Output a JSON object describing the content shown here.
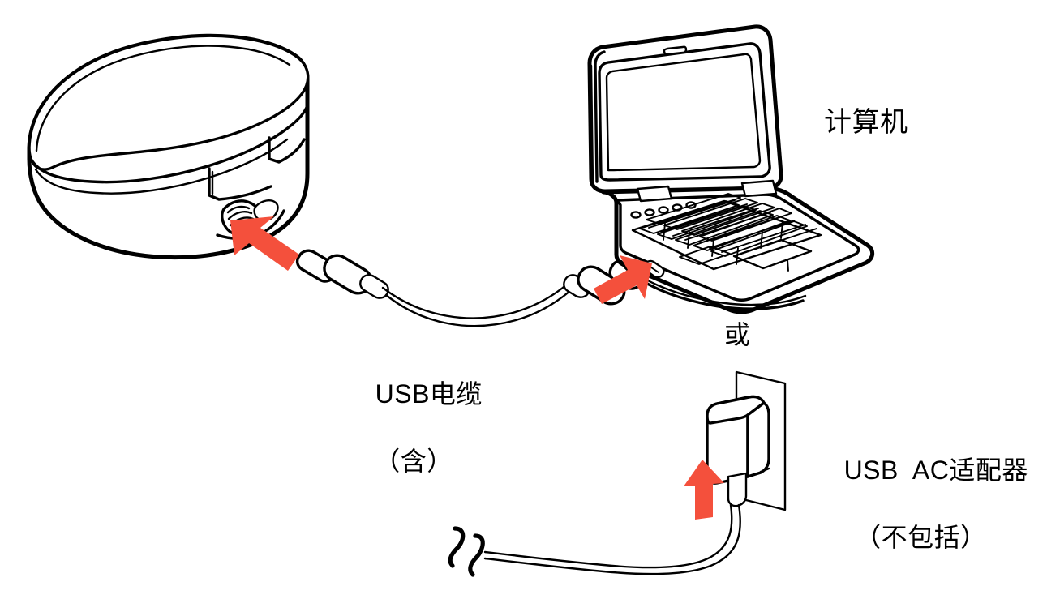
{
  "diagram": {
    "title": "USB connection diagram",
    "type": "line-art instruction illustration",
    "background_color": "#ffffff",
    "line_color": "#000000",
    "arrow_color": "#F4503C"
  },
  "labels": {
    "computer": "计算机",
    "or": "或",
    "usb_cable": "USB电缆",
    "usb_cable_note": "（含）",
    "ac_adapter": "USB  AC适配器",
    "ac_adapter_note": "（不包括）"
  },
  "parts": {
    "device": "portable-device-case",
    "laptop": "laptop-computer",
    "cable": "usb-c-cable",
    "connector_left": "usb-c-connector",
    "connector_right": "usb-c-connector",
    "adapter": "usb-ac-adapter",
    "outlet": "wall-outlet-plate",
    "cable_break": "cable-break-symbol"
  },
  "arrows": [
    {
      "name": "arrow-to-device-port",
      "direction": "up-left"
    },
    {
      "name": "arrow-to-laptop-port",
      "direction": "up-right"
    },
    {
      "name": "arrow-to-adapter",
      "direction": "up"
    }
  ]
}
